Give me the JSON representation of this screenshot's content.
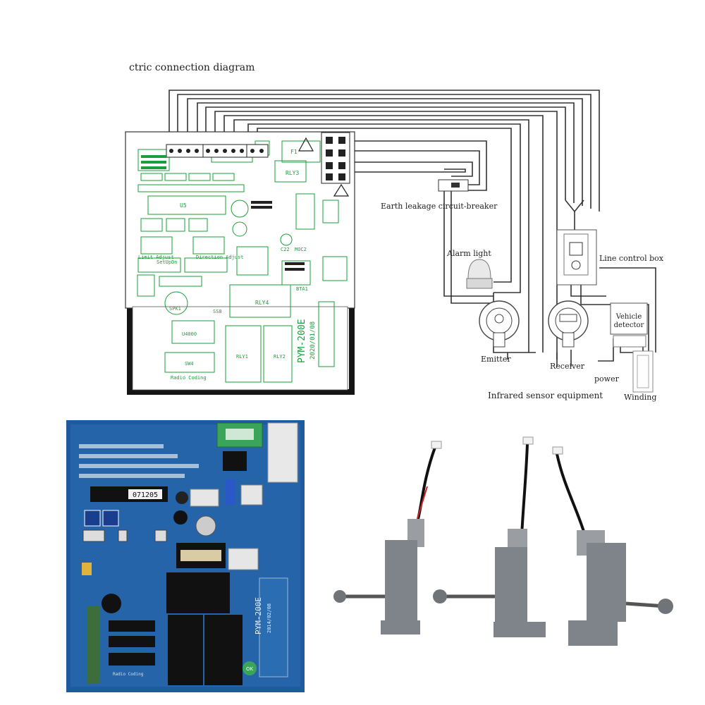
{
  "diagram": {
    "title": "ctric connection diagram",
    "board_model": "PYM-200E",
    "board_date": "2020/01/08",
    "labels": {
      "earth_leakage": "Earth leakage circuit-breaker",
      "alarm_light": "Alarm light",
      "line_control_box": "Line control box",
      "vehicle_detector": "Vehicle detector",
      "emitter": "Emitter",
      "receiver": "Receiver",
      "power": "power",
      "winding": "Winding",
      "infrared": "Infrared sensor equipment"
    },
    "pcb_marks": {
      "rly3": "RLY3",
      "rly4": "RLY4",
      "rly1": "RLY1",
      "rly2": "RLY2",
      "u5": "U5",
      "u4000": "U4000",
      "sw4": "SW4",
      "radio_coding": "Radio Coding",
      "spk1": "SPK1",
      "f1": "F1",
      "bta1": "BTA1",
      "moc2": "MOC2",
      "c22": "C22",
      "limit_adjust": "Limit Adjust",
      "direction_adjust": "Direction Adjust",
      "setup": "SetUpDn",
      "ss8": "SS8"
    }
  },
  "photo": {
    "board_sticker": "071205",
    "board_model": "PYM-200E",
    "board_date": "2014/02/08",
    "radio_coding": "Radio Coding",
    "stamp": "OK"
  },
  "colors": {
    "line": "#222222",
    "pcb_green": "#1a9e3a",
    "pcb_blue": "#1f5a9e",
    "relay_black": "#111111",
    "sensor_grey": "#7e8489"
  }
}
